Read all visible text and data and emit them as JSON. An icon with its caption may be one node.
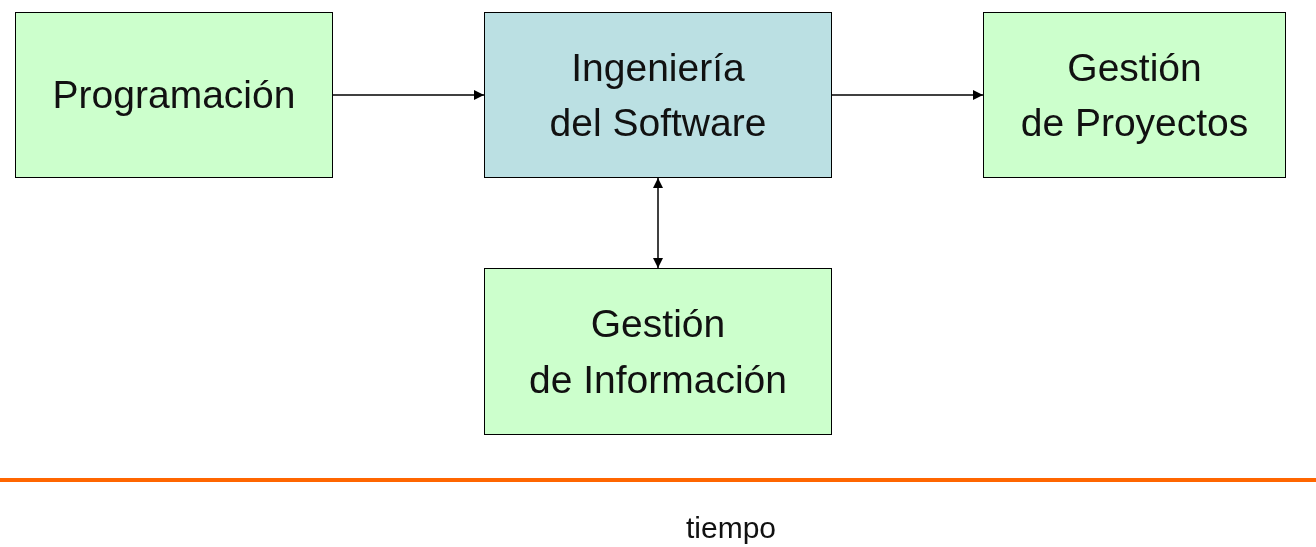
{
  "diagram": {
    "nodes": [
      {
        "text": [
          "Programación"
        ]
      },
      {
        "text": [
          "Ingeniería del Software"
        ]
      },
      {
        "text": [
          "Gestión de Proyectos"
        ]
      },
      {
        "text": [
          "Gestión de Información"
        ]
      }
    ],
    "edges": [
      {
        "from": 0,
        "to": 1,
        "arrow": "to"
      },
      {
        "from": 1,
        "to": 2,
        "arrow": "to"
      },
      {
        "from": 1,
        "to": 3,
        "arrow": "both"
      }
    ],
    "labels": [
      "tiempo"
    ]
  }
}
